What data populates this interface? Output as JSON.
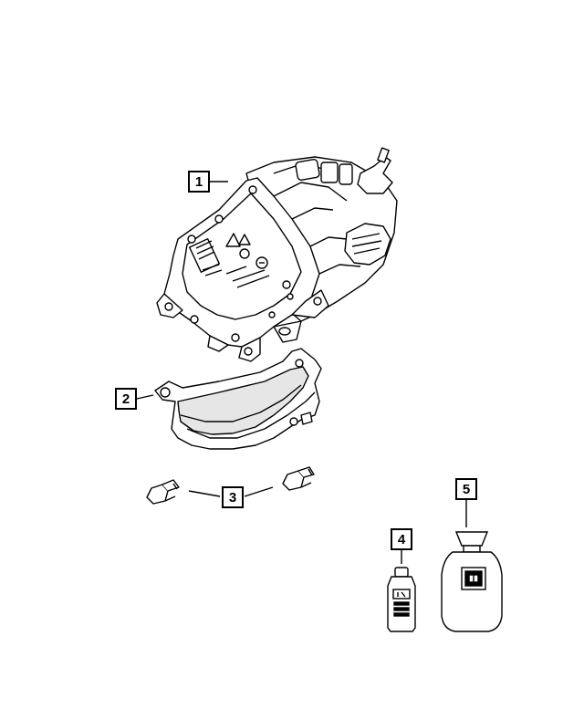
{
  "diagram": {
    "callouts": [
      {
        "id": "1",
        "label": "1"
      },
      {
        "id": "2",
        "label": "2"
      },
      {
        "id": "3",
        "label": "3"
      },
      {
        "id": "4",
        "label": "4"
      },
      {
        "id": "5",
        "label": "5"
      }
    ],
    "colors": {
      "line": "#000000",
      "fill": "#ffffff",
      "shade": "#d9d9d9"
    }
  }
}
